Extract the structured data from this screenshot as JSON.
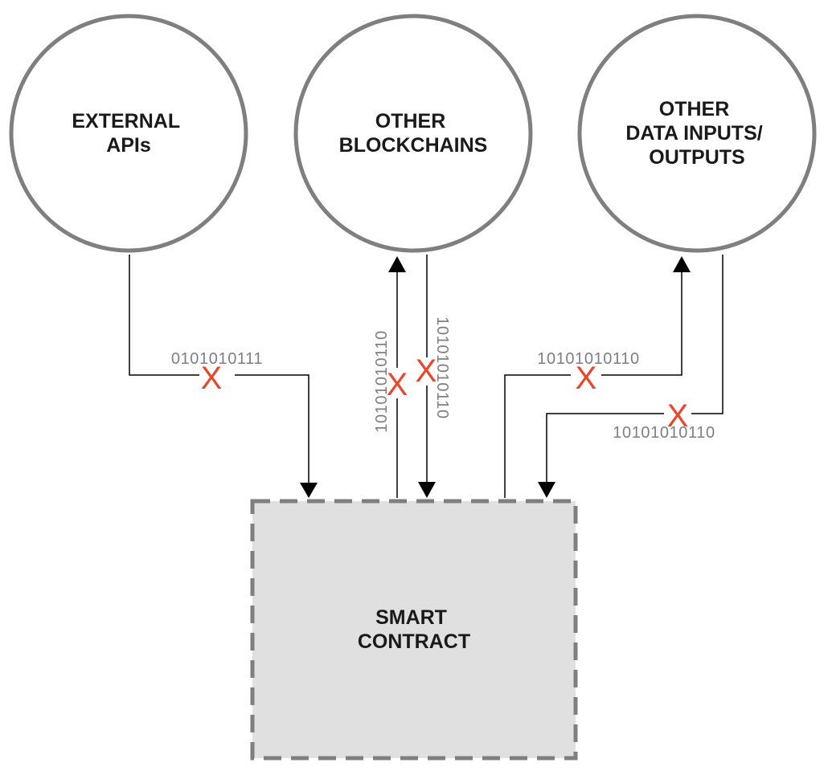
{
  "nodes": {
    "external_apis": {
      "lines": [
        "EXTERNAL",
        "APIs"
      ]
    },
    "other_blockchains": {
      "lines": [
        "OTHER",
        "BLOCKCHAINS"
      ]
    },
    "other_data_io": {
      "lines": [
        "OTHER",
        "DATA INPUTS/",
        "OUTPUTS"
      ]
    },
    "smart_contract": {
      "lines": [
        "SMART",
        "CONTRACT"
      ]
    }
  },
  "connections": {
    "apis_to_contract": {
      "bits": "0101010111",
      "mark": "X"
    },
    "contract_to_blockchains": {
      "bits": "10101010110",
      "mark": "X"
    },
    "blockchains_to_contract": {
      "bits": "10101010110",
      "mark": "X"
    },
    "contract_to_data_io": {
      "bits": "10101010110",
      "mark": "X"
    },
    "data_io_to_contract": {
      "bits": "10101010110",
      "mark": "X"
    }
  },
  "colors": {
    "node_stroke": "#7f7f7f",
    "contract_fill": "#e0e0e0",
    "line": "#000000",
    "bits_text": "#7f7f7f",
    "block_mark": "#e8472c"
  }
}
